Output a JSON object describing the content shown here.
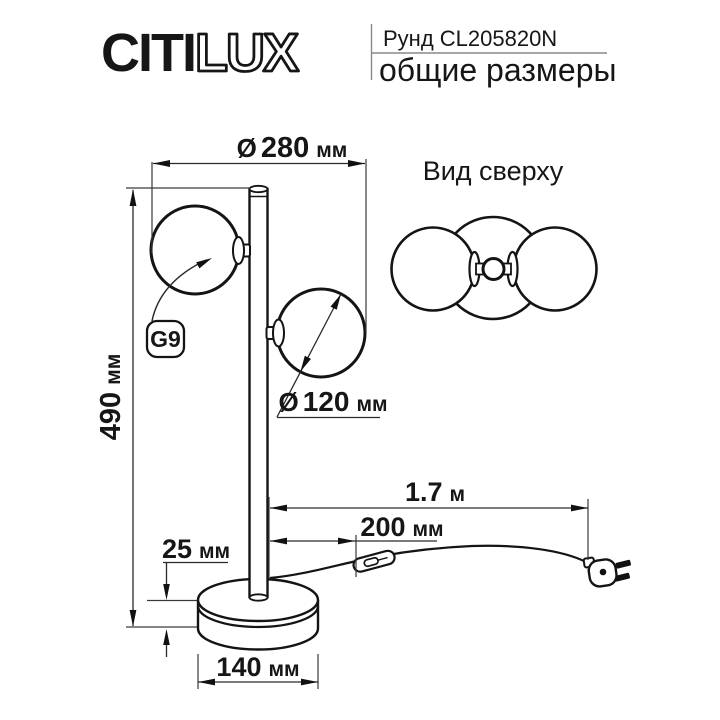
{
  "header": {
    "logo": {
      "solid": "CITI",
      "outline": "LUX"
    },
    "model": "Рунд CL205820N",
    "subtitle": "общие размеры"
  },
  "top_view_title": "Вид сверху",
  "labels": {
    "socket": "G9"
  },
  "dims": {
    "width": {
      "prefix": "Ø",
      "value": "280",
      "unit": "мм"
    },
    "height": {
      "value": "490",
      "unit": "мм"
    },
    "sphere": {
      "prefix": "Ø",
      "value": "120",
      "unit": "мм"
    },
    "base_height": {
      "value": "25",
      "unit": "мм"
    },
    "base_diameter": {
      "value": "140",
      "unit": "мм"
    },
    "cord_length": {
      "value": "1.7",
      "unit": "м"
    },
    "switch_distance": {
      "value": "200",
      "unit": "мм"
    }
  },
  "colors": {
    "ink": "#141414",
    "dim_line": "#2a2a2a",
    "background": "#ffffff",
    "rule": "#888888"
  }
}
